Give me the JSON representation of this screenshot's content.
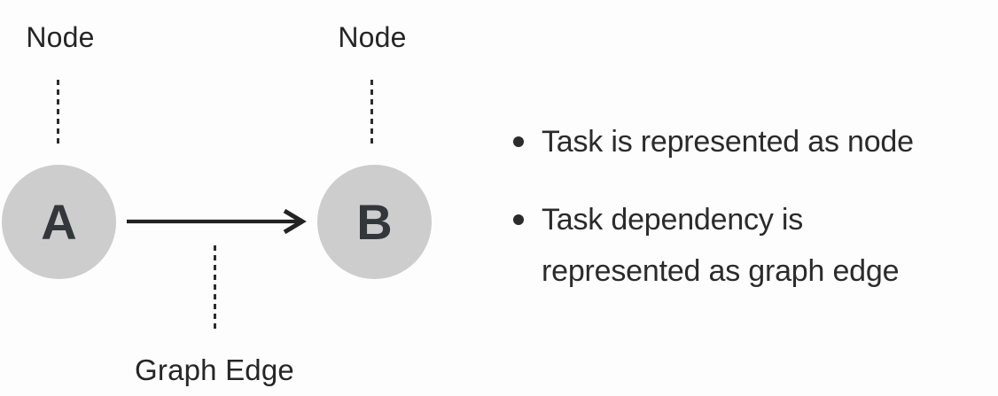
{
  "diagram": {
    "node_a": {
      "label": "A",
      "annotation": "Node"
    },
    "node_b": {
      "label": "B",
      "annotation": "Node"
    },
    "edge": {
      "annotation": "Graph Edge"
    }
  },
  "bullets": [
    {
      "text": "Task is represented as node"
    },
    {
      "text": "Task dependency is\nrepresented as graph edge"
    }
  ],
  "colors": {
    "background": "#fdfdfd",
    "node_fill": "#cdcdce",
    "node_letter": "#33373b",
    "text": "#2b2b2b",
    "line": "#222222"
  }
}
